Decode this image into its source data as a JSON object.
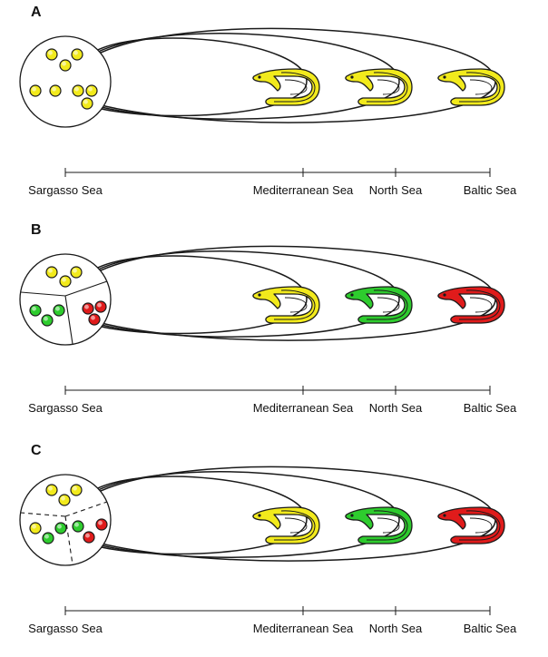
{
  "colors": {
    "yellow": "#f2ea1c",
    "green": "#2ecc2e",
    "red": "#e01b1b",
    "line": "#1a1a1a"
  },
  "seas": [
    "Sargasso Sea",
    "Mediterranean Sea",
    "North Sea",
    "Baltic Sea"
  ],
  "panels": [
    {
      "letter": "A",
      "sectors": "none",
      "eel_colors": [
        "yellow",
        "yellow",
        "yellow"
      ],
      "egg_colors": [
        "yellow",
        "yellow",
        "yellow",
        "yellow",
        "yellow",
        "yellow",
        "yellow",
        "yellow"
      ]
    },
    {
      "letter": "B",
      "sectors": "solid",
      "eel_colors": [
        "yellow",
        "green",
        "red"
      ],
      "egg_colors": [
        "yellow",
        "yellow",
        "yellow",
        "green",
        "green",
        "red",
        "red",
        "red"
      ]
    },
    {
      "letter": "C",
      "sectors": "dashed",
      "eel_colors": [
        "yellow",
        "green",
        "red"
      ],
      "egg_colors": [
        "yellow",
        "yellow",
        "yellow",
        "yellow",
        "green",
        "green",
        "green",
        "red",
        "red"
      ]
    }
  ]
}
